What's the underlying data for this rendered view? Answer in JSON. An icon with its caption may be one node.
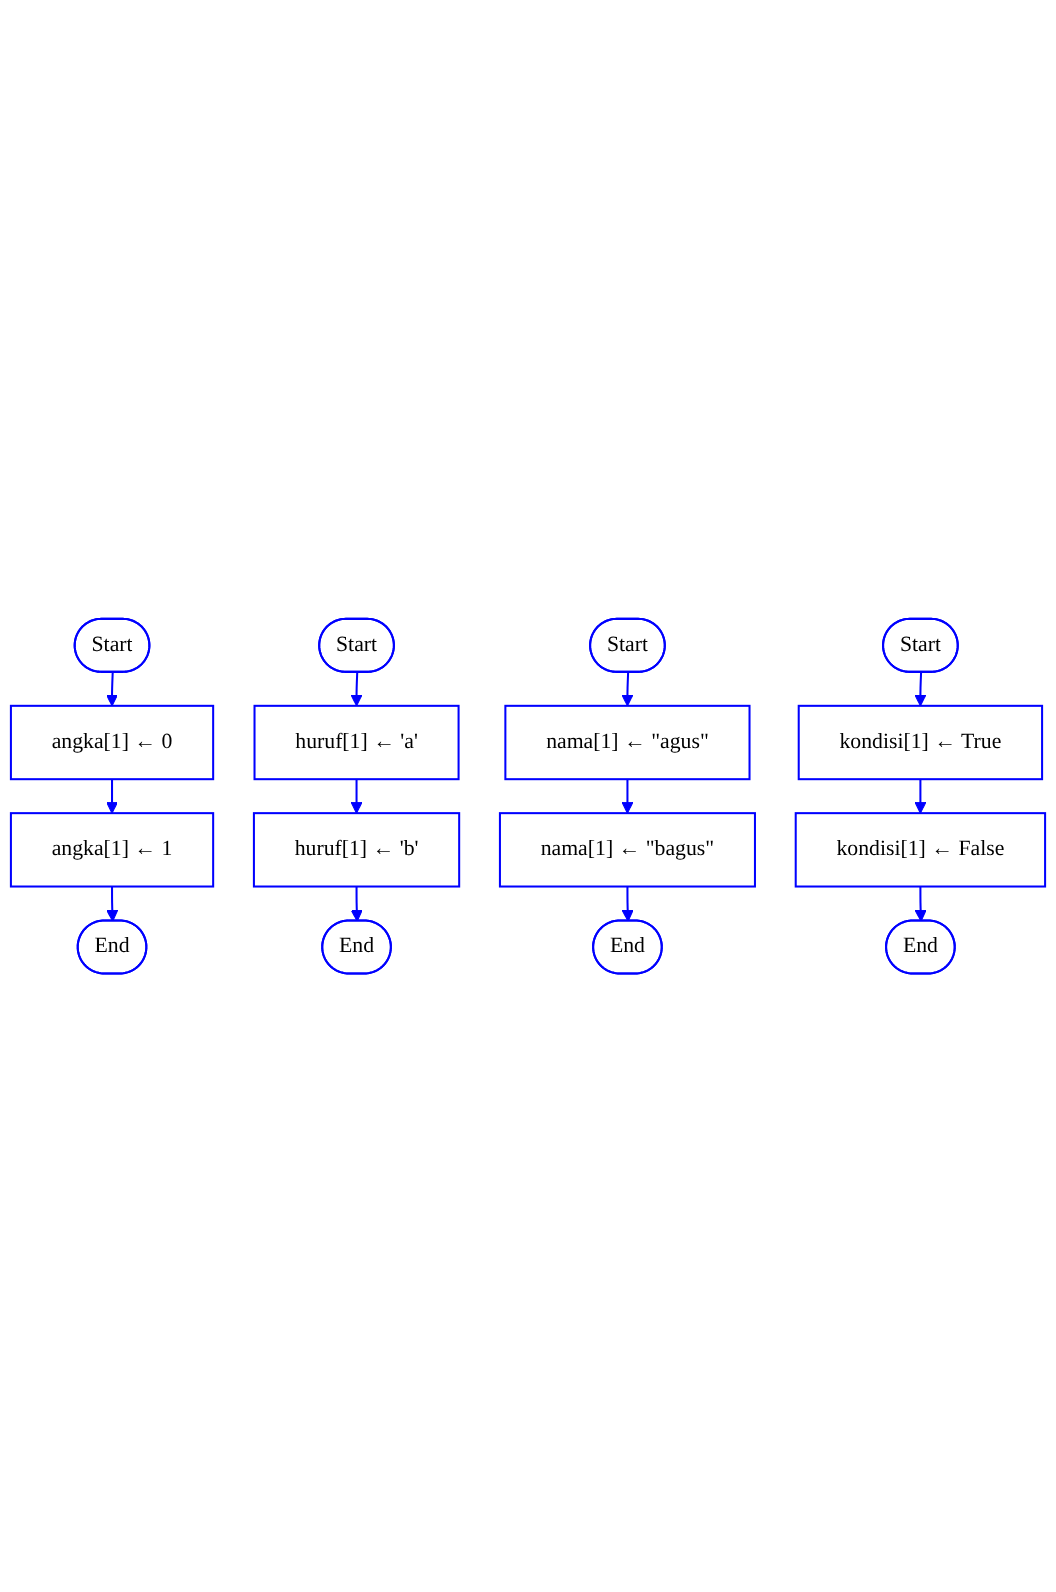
{
  "diagram": {
    "nodes": [
      {
        "text": [
          "Start"
        ]
      },
      {
        "text": [
          "angka[1] ← 0"
        ]
      },
      {
        "text": [
          "angka[1] ← 1"
        ]
      },
      {
        "text": [
          "End"
        ]
      },
      {
        "text": [
          "Start"
        ]
      },
      {
        "text": [
          "huruf[1] ← 'a'"
        ]
      },
      {
        "text": [
          "huruf[1] ← 'b'"
        ]
      },
      {
        "text": [
          "End"
        ]
      },
      {
        "text": [
          "Start"
        ]
      },
      {
        "text": [
          "nama[1] ← \"agus\""
        ]
      },
      {
        "text": [
          "nama[1] ← \"bagus\""
        ]
      },
      {
        "text": [
          "End"
        ]
      },
      {
        "text": [
          "Start"
        ]
      },
      {
        "text": [
          "kondisi[1] ← True"
        ]
      },
      {
        "text": [
          "kondisi[1] ← False"
        ]
      },
      {
        "text": [
          "End"
        ]
      }
    ],
    "edges": [
      {
        "from": 0,
        "to": 1,
        "arrow": "to"
      },
      {
        "from": 1,
        "to": 2,
        "arrow": "to"
      },
      {
        "from": 2,
        "to": 3,
        "arrow": "to"
      },
      {
        "from": 4,
        "to": 5,
        "arrow": "to"
      },
      {
        "from": 5,
        "to": 6,
        "arrow": "to"
      },
      {
        "from": 6,
        "to": 7,
        "arrow": "to"
      },
      {
        "from": 8,
        "to": 9,
        "arrow": "to"
      },
      {
        "from": 9,
        "to": 10,
        "arrow": "to"
      },
      {
        "from": 10,
        "to": 11,
        "arrow": "to"
      },
      {
        "from": 12,
        "to": 13,
        "arrow": "to"
      },
      {
        "from": 13,
        "to": 14,
        "arrow": "to"
      },
      {
        "from": 14,
        "to": 15,
        "arrow": "to"
      }
    ]
  }
}
